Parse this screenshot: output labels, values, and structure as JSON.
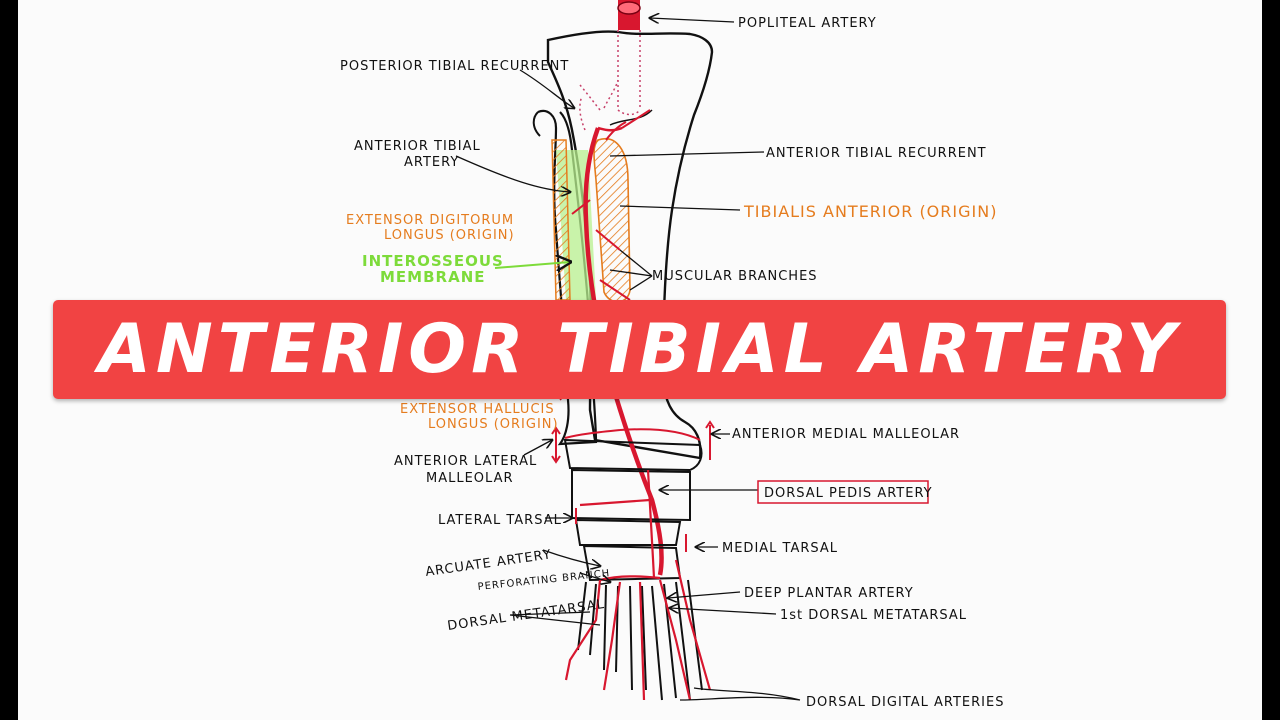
{
  "title": "ANTERIOR TIBIAL ARTERY",
  "labels": {
    "popliteal": "POPLITEAL ARTERY",
    "posterior_tibial_recurrent": "POSTERIOR TIBIAL RECURRENT",
    "anterior_tibial_artery_1": "ANTERIOR TIBIAL",
    "anterior_tibial_artery_2": "ARTERY",
    "anterior_tibial_recurrent": "ANTERIOR TIBIAL RECURRENT",
    "edl_1": "EXTENSOR DIGITORUM",
    "edl_2": "LONGUS (ORIGIN)",
    "tibialis_anterior": "TIBIALIS ANTERIOR (ORIGIN)",
    "interosseous_1": "INTEROSSEOUS",
    "interosseous_2": "MEMBRANE",
    "muscular_branches": "MUSCULAR BRANCHES",
    "ehl_1": "EXTENSOR HALLUCIS",
    "ehl_2": "LONGUS (ORIGIN)",
    "anterior_medial_malleolar": "ANTERIOR MEDIAL MALLEOLAR",
    "anterior_lateral_malleolar_1": "ANTERIOR LATERAL",
    "anterior_lateral_malleolar_2": "MALLEOLAR",
    "dorsal_pedis": "DORSAL PEDIS ARTERY",
    "lateral_tarsal": "LATERAL TARSAL",
    "medial_tarsal": "MEDIAL TARSAL",
    "arcuate": "ARCUATE ARTERY",
    "perforating": "PERFORATING BRANCH",
    "deep_plantar": "DEEP PLANTAR ARTERY",
    "first_dorsal_metatarsal": "1st DORSAL METATARSAL",
    "dorsal_metatarsal": "DORSAL METATARSAL",
    "dorsal_digital": "DORSAL DIGITAL ARTERIES"
  },
  "colors": {
    "banner": "#f14343",
    "artery": "#d8172f",
    "muscle_orange": "#e57c1e",
    "membrane_green": "#7ddb3a",
    "ink": "#111111"
  }
}
